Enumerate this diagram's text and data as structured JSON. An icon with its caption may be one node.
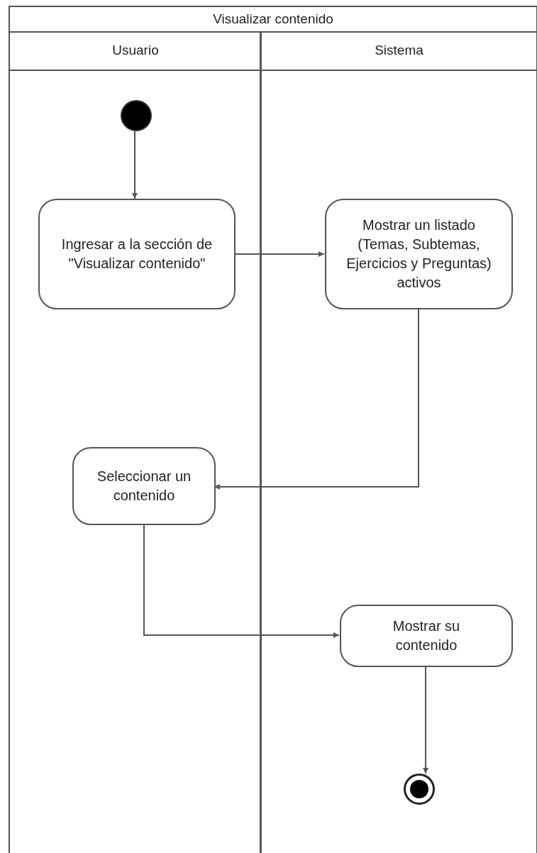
{
  "diagram": {
    "nodes": [
      {
        "text": [
          "Visualizar contenido"
        ]
      },
      {
        "text": [
          "Usuario"
        ],
        "in": 0
      },
      {
        "text": [
          "Sistema"
        ],
        "in": 0
      },
      {
        "text": [],
        "shape": "circle",
        "in": 1
      },
      {
        "text": [
          "Ingresar a la sección de \"Visualizar contenido\""
        ],
        "in": 1
      },
      {
        "text": [
          "Mostrar un listado (Temas, Subtemas, Ejercicios y Preguntas) activos"
        ],
        "in": 2
      },
      {
        "text": [
          "Seleccionar un contenido"
        ],
        "in": 1
      },
      {
        "text": [
          "Mostrar su contenido"
        ],
        "in": 2
      },
      {
        "text": [],
        "shape": "circle",
        "in": 2
      }
    ],
    "edges": [
      {
        "from": 3,
        "to": 4,
        "arrow": "to"
      },
      {
        "from": 4,
        "to": 5,
        "arrow": "to"
      },
      {
        "from": 5,
        "to": 6,
        "arrow": "to"
      },
      {
        "from": 6,
        "to": 7,
        "arrow": "to"
      },
      {
        "from": 7,
        "to": 8,
        "arrow": "to"
      }
    ]
  }
}
